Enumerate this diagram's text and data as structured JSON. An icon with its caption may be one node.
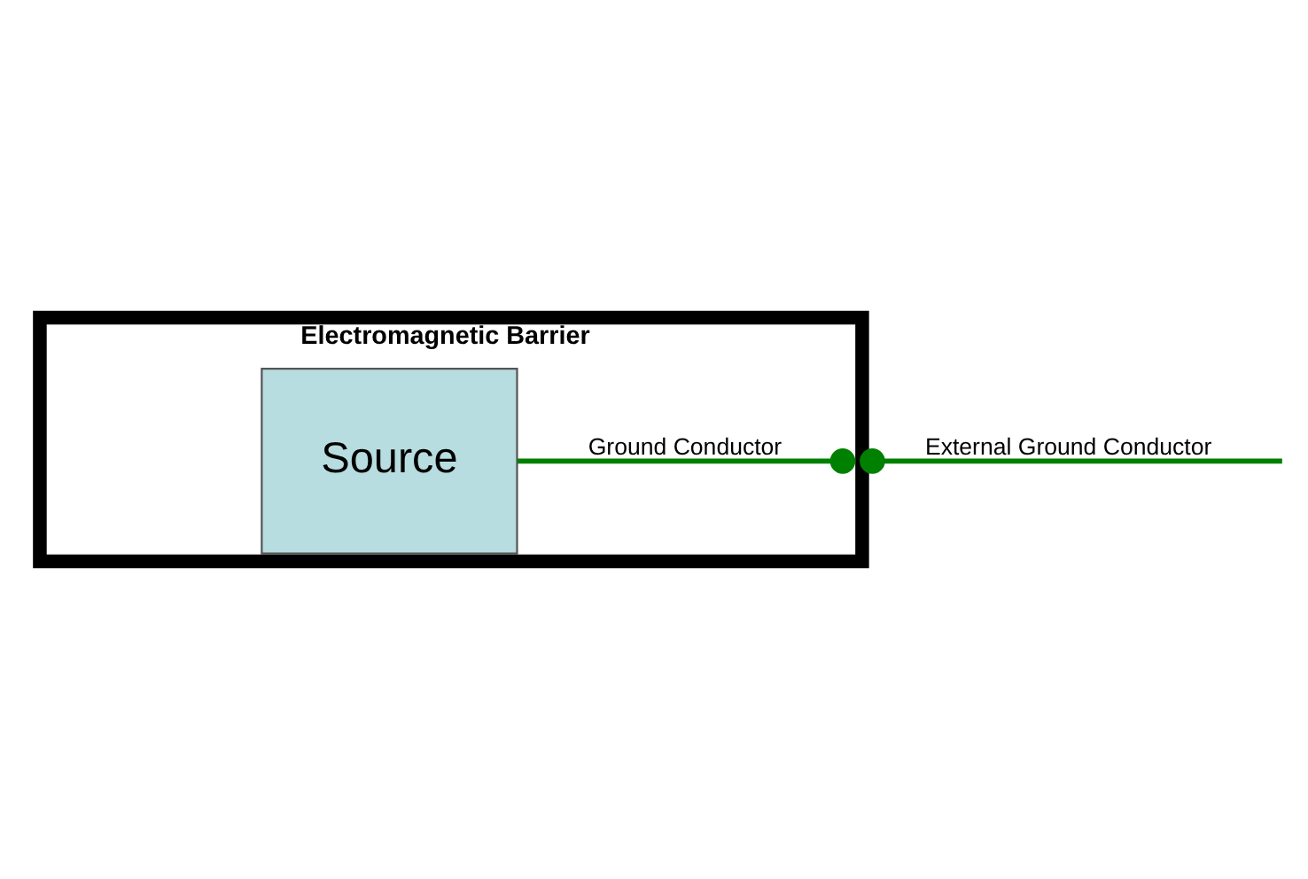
{
  "diagram": {
    "nodes": [
      {
        "text": [
          "Electromagnetic Barrier"
        ]
      },
      {
        "text": [
          "Source"
        ],
        "in": 0
      }
    ],
    "edges": [
      {
        "from": 1,
        "to": 0,
        "arrow": "other",
        "label": "Ground Conductor"
      },
      {
        "from": 0,
        "to": null,
        "arrow": "other",
        "label": "External Ground Conductor"
      }
    ]
  }
}
